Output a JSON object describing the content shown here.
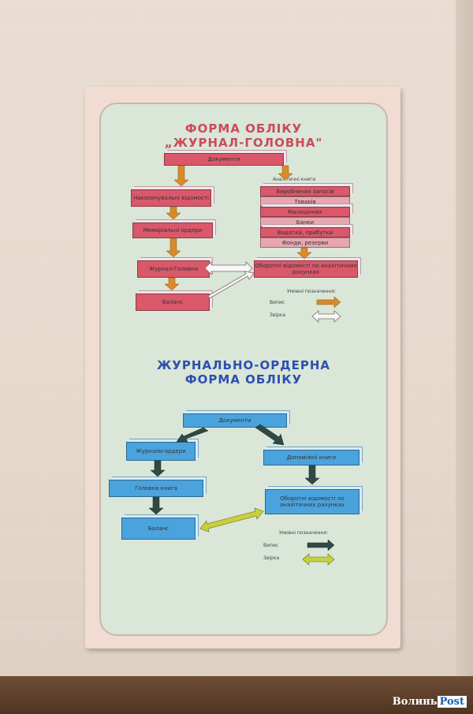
{
  "poster": {
    "top_title_line1": "ФОРМА ОБЛІКУ",
    "top_title_line2": "„ЖУРНАЛ-ГОЛОВНА\"",
    "top_boxes": {
      "documents": "Документи",
      "cumulative": "Накопичувальні відомості",
      "memorial": "Меморіальні ордери",
      "journal": "Журнал-Головна",
      "balance": "Баланс",
      "analytic_title": "Аналітичні книги",
      "analytic_items": [
        "Виробничих запасів",
        "Товарів",
        "Малоцінних",
        "Банки",
        "Видатки, прибутки",
        "Фонди, резерви"
      ],
      "turnover": "Оборотні відомості по аналітичних рахунках"
    },
    "top_legend": {
      "title": "Умовні позначення:",
      "entry1": "Випис",
      "entry2": "Звірка"
    },
    "bottom_title_line1": "ЖУРНАЛЬНО-ОРДЕРНА",
    "bottom_title_line2": "ФОРМА ОБЛІКУ",
    "bottom_boxes": {
      "documents": "Документи",
      "journal_orders": "Журнали-ордери",
      "aux_books": "Допоміжні книги",
      "general_book": "Головна книга",
      "turnover": "Оборотні відомості по аналітичних рахунках",
      "balance": "Баланс"
    },
    "bottom_legend": {
      "title": "Умовні позначення:",
      "entry1": "Випис",
      "entry2": "Звірка"
    },
    "colors": {
      "red": "#d9586a",
      "blue": "#4aa3dc",
      "orange_arrow": "#d98a2a",
      "dark_arrow": "#2f4a44",
      "yellow_arrow": "#c8d13a"
    }
  },
  "watermark": {
    "prefix": "Волинь",
    "suffix": "Post"
  }
}
